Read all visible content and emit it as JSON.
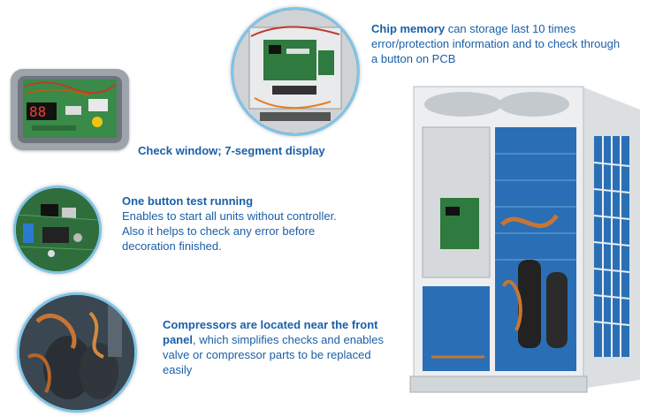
{
  "features": {
    "chip_memory": {
      "heading": "Chip memory",
      "rest": " can storage last 10 times error/protection information and to check through a button on PCB"
    },
    "check_window": {
      "heading": "Check window; 7-segment display"
    },
    "one_button": {
      "heading": "One button test running",
      "line1": "Enables to start all units without controller.",
      "line2": "Also it helps to check any error before",
      "line3": "decoration finished."
    },
    "compressors": {
      "heading": "Compressors are located near the front panel",
      "rest": ", which simplifies checks and enables valve or compressor parts to be replaced easily"
    }
  },
  "colors": {
    "text_blue": "#1a5fa8",
    "circle_border": "#7fc4e8",
    "pcb_green": "#2f7a3e",
    "coil_blue": "#2a6fb5"
  }
}
